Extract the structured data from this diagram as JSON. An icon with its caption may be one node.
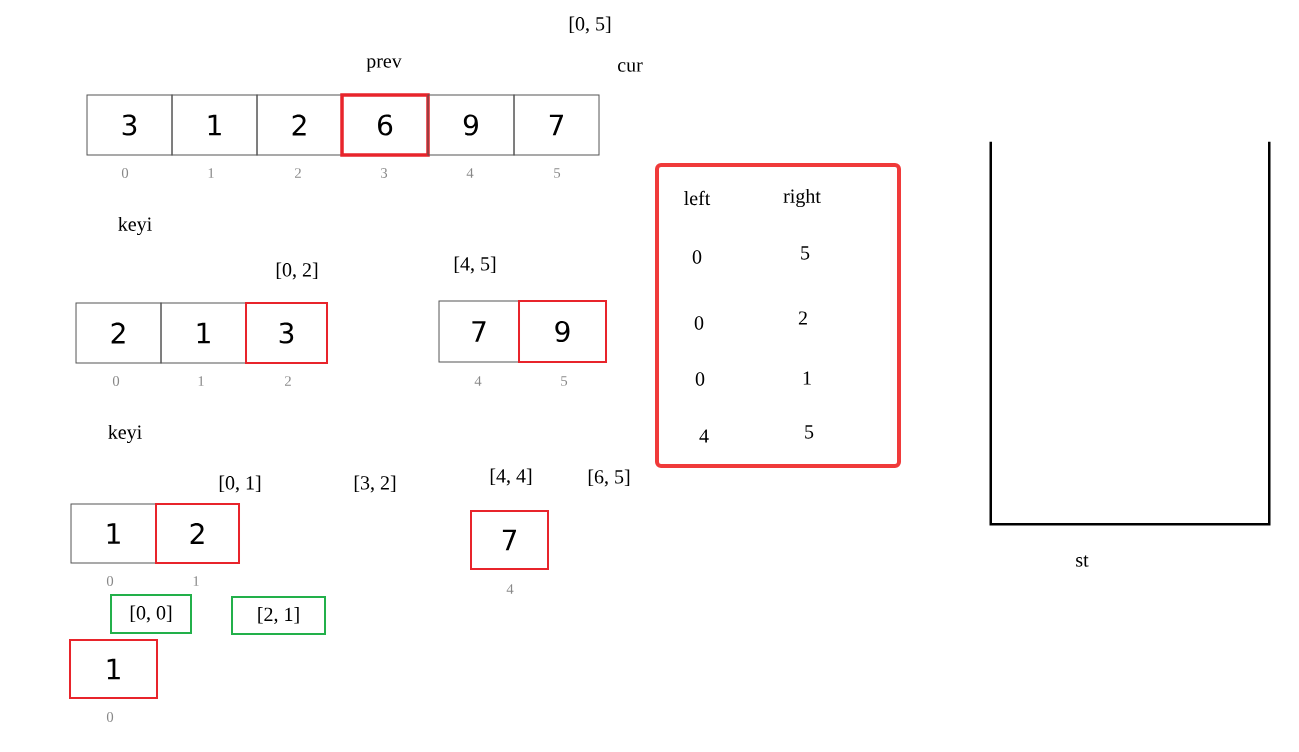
{
  "diagram": {
    "nodes": [
      {
        "text": [
          "3"
        ],
        "beside": [
          "0"
        ]
      },
      {
        "text": [
          "1"
        ],
        "beside": [
          "1"
        ]
      },
      {
        "text": [
          "2"
        ],
        "beside": [
          "2"
        ]
      },
      {
        "text": [
          "6"
        ],
        "beside": [
          "3"
        ]
      },
      {
        "text": [
          "9"
        ],
        "beside": [
          "4"
        ]
      },
      {
        "text": [
          "7"
        ],
        "beside": [
          "5"
        ]
      },
      {
        "text": [
          "left",
          "right",
          "0",
          "5",
          "0",
          "2",
          "0",
          "1",
          "4",
          "5"
        ]
      },
      {
        "text": [],
        "shape": "box",
        "beside": [
          "st"
        ]
      },
      {
        "text": [
          "2"
        ],
        "beside": [
          "0"
        ]
      },
      {
        "text": [
          "1"
        ],
        "beside": [
          "1"
        ]
      },
      {
        "text": [
          "3"
        ],
        "beside": [
          "2"
        ]
      },
      {
        "text": [
          "7"
        ],
        "beside": [
          "4"
        ]
      },
      {
        "text": [
          "9"
        ],
        "beside": [
          "5"
        ]
      },
      {
        "text": [
          "1"
        ],
        "beside": [
          "0"
        ]
      },
      {
        "text": [
          "2"
        ],
        "beside": [
          "1"
        ]
      },
      {
        "text": [
          "7"
        ],
        "beside": [
          "4"
        ]
      },
      {
        "text": [
          "[0, 0]"
        ]
      },
      {
        "text": [
          "[2, 1]"
        ]
      },
      {
        "text": [
          "1"
        ],
        "beside": [
          "0"
        ]
      }
    ],
    "labels": [
      "[0, 5]",
      "prev",
      "cur",
      "keyi",
      "[0, 2]",
      "[4, 5]",
      "keyi",
      "[0, 1]",
      "[3, 2]",
      "[4, 4]",
      "[6, 5]"
    ]
  }
}
